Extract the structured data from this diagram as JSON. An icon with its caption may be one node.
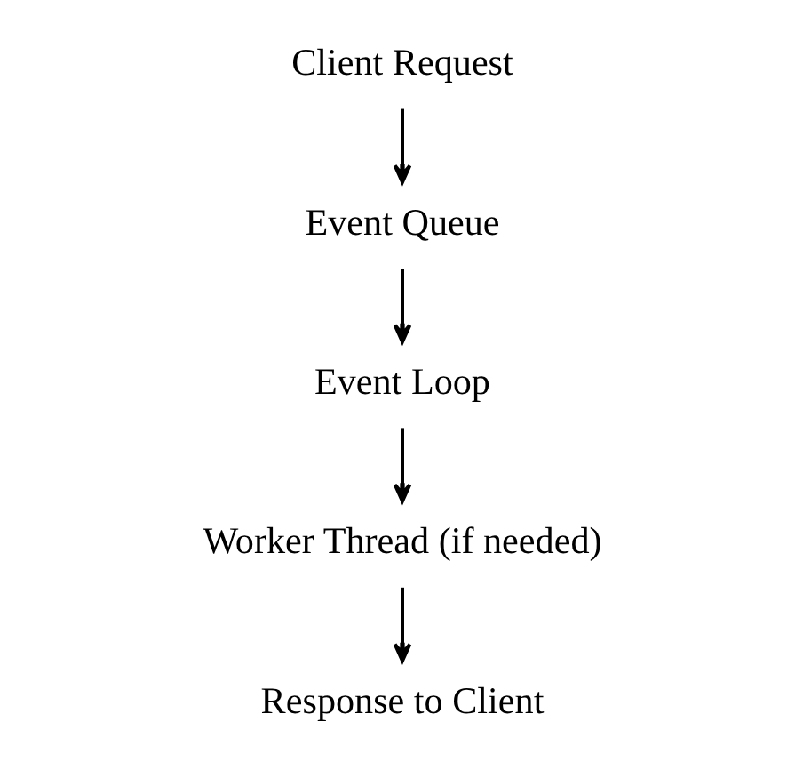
{
  "diagram": {
    "nodes": [
      {
        "text": [
          "Client Request"
        ]
      },
      {
        "text": [
          "Event Queue"
        ]
      },
      {
        "text": [
          "Event Loop"
        ]
      },
      {
        "text": [
          "Worker Thread (if needed)"
        ]
      },
      {
        "text": [
          "Response to Client"
        ]
      }
    ],
    "edges": [
      {
        "from": 0,
        "to": 1,
        "arrow": "to"
      },
      {
        "from": 1,
        "to": 2,
        "arrow": "to"
      },
      {
        "from": 2,
        "to": 3,
        "arrow": "to"
      },
      {
        "from": 3,
        "to": 4,
        "arrow": "to"
      }
    ]
  }
}
